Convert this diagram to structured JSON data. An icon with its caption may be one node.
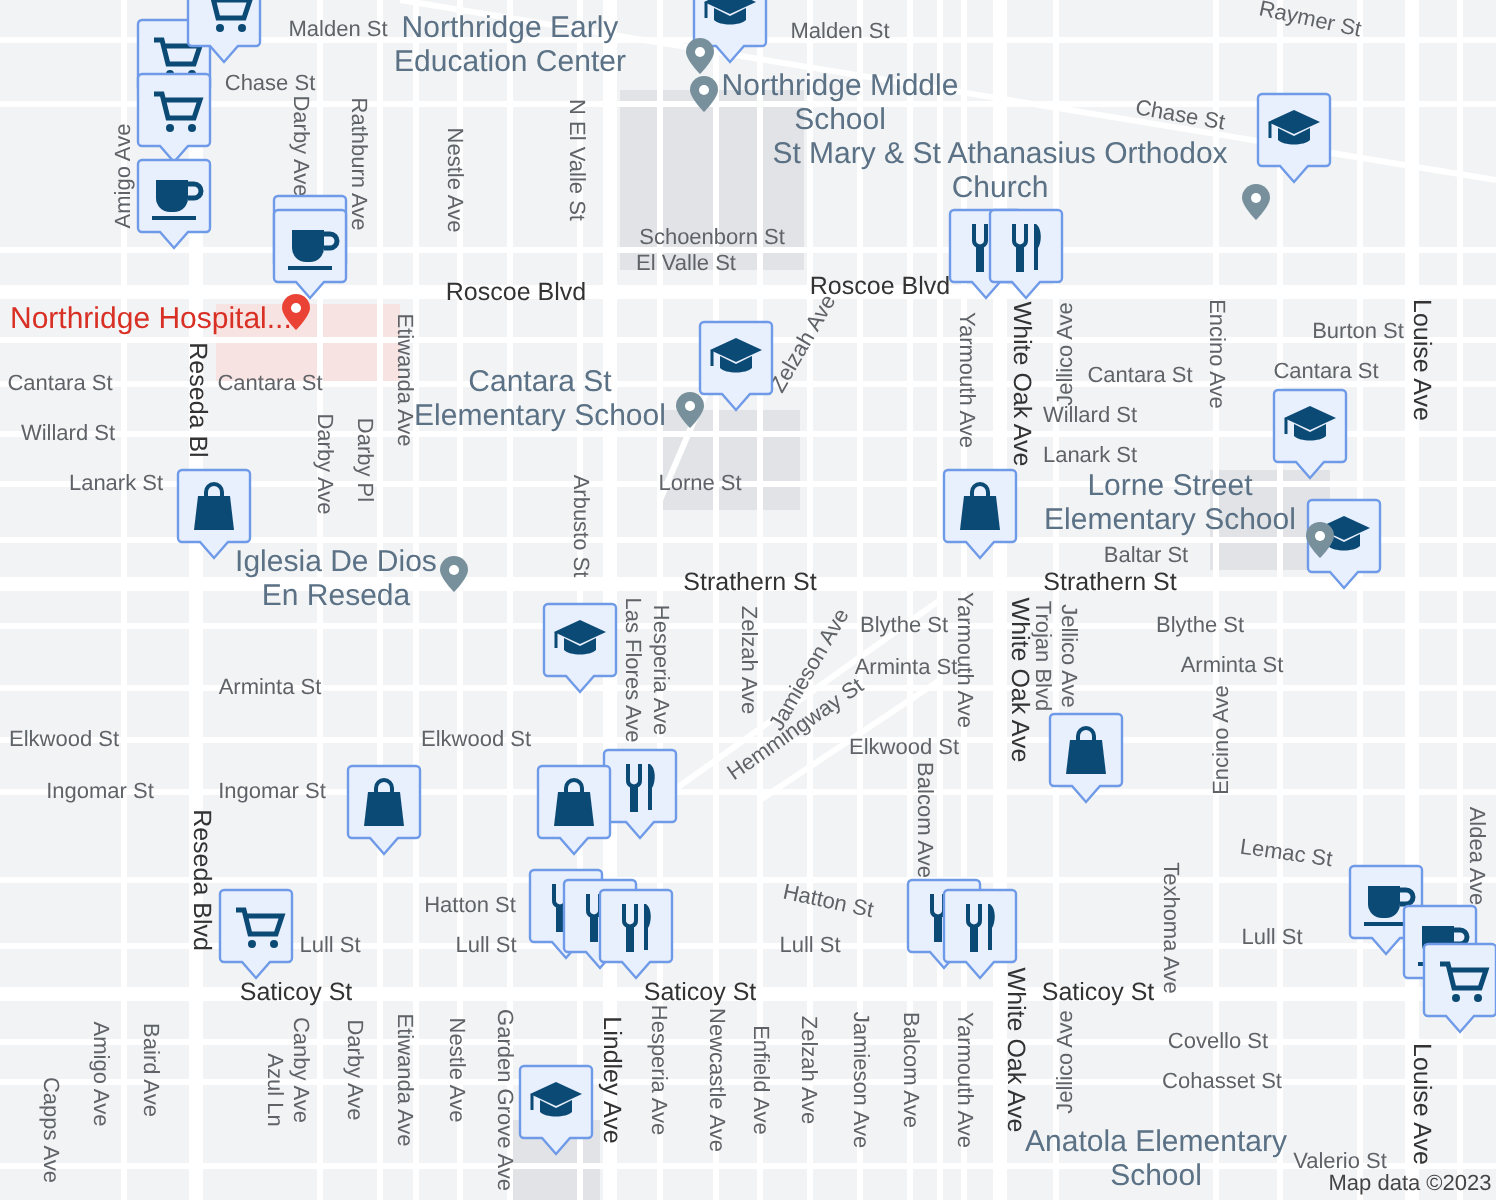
{
  "diagram": {
    "labels": [
      "Malden St",
      "Malden St",
      "Raymer St",
      "Chase St",
      "Northridge Early Education Center",
      "Northridge Middle School",
      "Chase St",
      "Amigo Ave",
      "Darby Ave",
      "Rathburn Ave",
      "Nestle Ave",
      "N El Valle St",
      "St Mary & St Athanasius Orthodox Church",
      "Schoenborn St",
      "El Valle St",
      "Roscoe Blvd",
      "Roscoe Blvd",
      "Northridge Hospital...",
      "Burton St",
      "Cantara St",
      "Cantara St",
      "Cantara St Elementary School",
      "Cantara St",
      "Cantara St",
      "Willard St",
      "Willard St",
      "Reseda Bl",
      "Etiwanda Ave",
      "Darby Ave",
      "Darby Pl",
      "Arbusto St",
      "Zelzah Ave",
      "Yarmouth Ave",
      "White Oak Ave",
      "Jellico Ave",
      "Encino Ave",
      "Louise Ave",
      "Lanark St",
      "Lorne St",
      "Lanark St",
      "Lorne Street Elementary School",
      "Baltar St",
      "Iglesia De Dios En Reseda",
      "Strathern St",
      "Strathern St",
      "Las Flores Ave",
      "Hesperia Ave",
      "Zelzah Ave",
      "Jamieson Ave",
      "Blythe St",
      "Blythe St",
      "Yarmouth Ave",
      "White Oak Ave",
      "Trojan Blvd",
      "Jellico Ave",
      "Arminta St",
      "Arminta St",
      "Arminta St",
      "Hemmingway St",
      "Elkwood St",
      "Elkwood St",
      "Elkwood St",
      "Encino Ave",
      "Ingomar St",
      "Ingomar St",
      "Reseda Blvd",
      "Balcom Ave",
      "Lemac St",
      "Aldea Ave",
      "Hatton St",
      "Hatton St",
      "Texhoma Ave",
      "Lull St",
      "Lull St",
      "Lull St",
      "Lull St",
      "Saticoy St",
      "Saticoy St",
      "Saticoy St",
      "Covello St",
      "Cohasset St",
      "Capps Ave",
      "Amigo Ave",
      "Baird Ave",
      "Azul Ln",
      "Canby Ave",
      "Darby Ave",
      "Etiwanda Ave",
      "Nestle Ave",
      "Garden Grove Ave",
      "Lindley Ave",
      "Hesperia Ave",
      "Newcastle Ave",
      "Enfield Ave",
      "Zelzah Ave",
      "Jamieson Ave",
      "Balcom Ave",
      "Yarmouth Ave",
      "White Oak Ave",
      "Jellico Ave",
      "Louise Ave",
      "Anatola Elementary School",
      "Valerio St",
      "Map data ©2023"
    ]
  }
}
